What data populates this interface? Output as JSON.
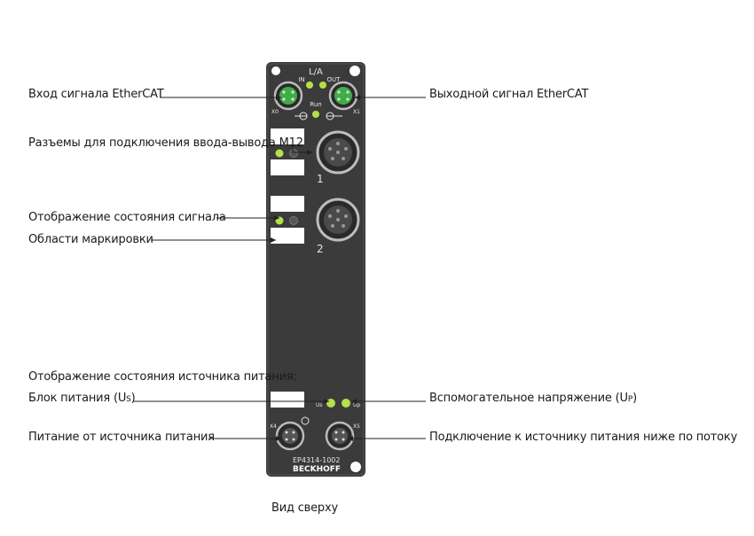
{
  "device": {
    "model": "EP4314-1002",
    "brand": "BECKHOFF",
    "header_label": "L/A",
    "in_label": "IN",
    "out_label": "OUT",
    "run_label": "Run",
    "x0_label": "X0",
    "x1_label": "X1",
    "connector1_number": "1",
    "connector2_number": "2",
    "us_label": "Us",
    "up_label": "Up",
    "x4_label": "X4",
    "x5_label": "X5"
  },
  "labels": {
    "ethercat_in": "Вход сигнала EtherCAT",
    "ethercat_out": "Выходной сигнал EtherCAT",
    "m12_connectors": "Разъемы для подключения ввода-вывода M12",
    "signal_status": "Отображение состояния сигнала",
    "marking_areas": "Области маркировки",
    "power_status_heading": "Отображение состояния источника питания:",
    "power_us_prefix": "Блок питания (U",
    "power_us_sub": "S",
    "power_us_suffix": ")",
    "aux_up_prefix": "Вспомогательное напряжение (U",
    "aux_up_sub": "P",
    "aux_up_suffix": ")",
    "power_in": "Питание от источника питания",
    "power_downstream": "Подключение к источнику питания ниже по потоку",
    "caption": "Вид сверху"
  },
  "colors": {
    "housing": "#3b3b3b",
    "led_green": "#b6e04a",
    "connector_green": "#3fae49",
    "leader_line": "#222222"
  }
}
